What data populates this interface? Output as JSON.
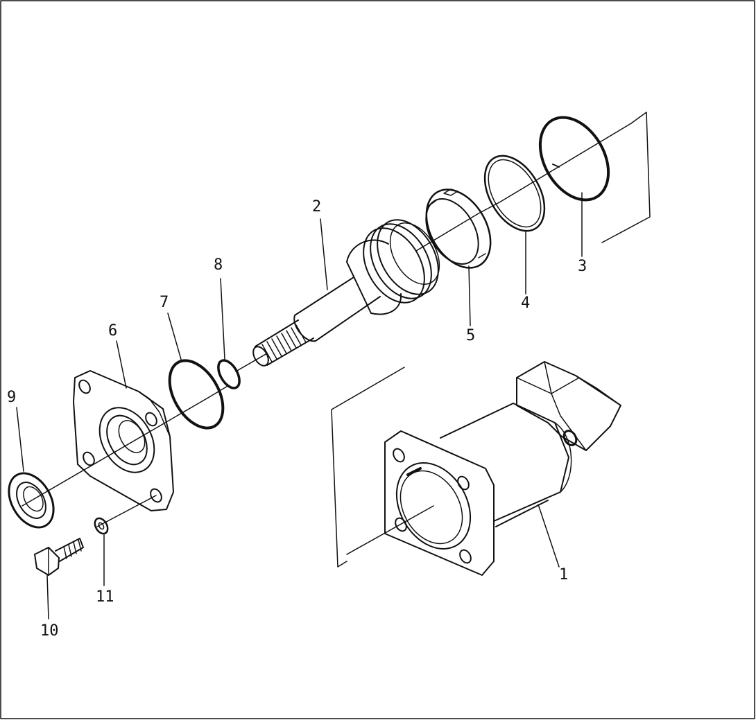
{
  "diagram": {
    "ink_color": "#111111",
    "background": "#ffffff",
    "callouts": [
      {
        "id": "1",
        "label": "1"
      },
      {
        "id": "2",
        "label": "2"
      },
      {
        "id": "3",
        "label": "3"
      },
      {
        "id": "4",
        "label": "4"
      },
      {
        "id": "5",
        "label": "5"
      },
      {
        "id": "6",
        "label": "6"
      },
      {
        "id": "7",
        "label": "7"
      },
      {
        "id": "8",
        "label": "8"
      },
      {
        "id": "9",
        "label": "9"
      },
      {
        "id": "10",
        "label": "10"
      },
      {
        "id": "11",
        "label": "11"
      }
    ],
    "parts": [
      {
        "callout": "1",
        "name": "motor-housing"
      },
      {
        "callout": "2",
        "name": "shaft"
      },
      {
        "callout": "3",
        "name": "snap-ring"
      },
      {
        "callout": "4",
        "name": "ring"
      },
      {
        "callout": "5",
        "name": "split-ring"
      },
      {
        "callout": "6",
        "name": "flange-cover"
      },
      {
        "callout": "7",
        "name": "o-ring-large"
      },
      {
        "callout": "8",
        "name": "o-ring-small"
      },
      {
        "callout": "9",
        "name": "oil-seal"
      },
      {
        "callout": "10",
        "name": "bolt"
      },
      {
        "callout": "11",
        "name": "washer"
      }
    ]
  }
}
